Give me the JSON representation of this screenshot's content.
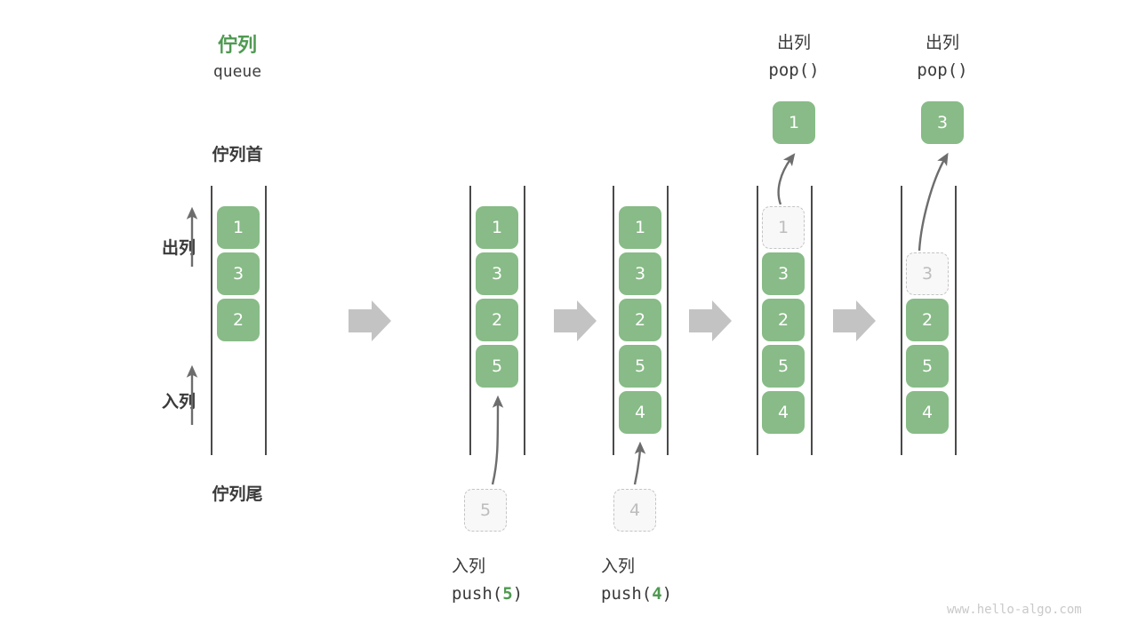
{
  "figure": {
    "title_cn": "佇列",
    "title_en": "queue",
    "head_label": "佇列首",
    "tail_label": "佇列尾",
    "dequeue_label": "出列",
    "enqueue_label": "入列",
    "footer": "www.hello-algo.com",
    "colors": {
      "element_green": "#88bb87",
      "title_green": "#4e9a51",
      "ghost_fill": "#f8f8f8",
      "ghost_border": "#c4c4c4",
      "ghost_text": "#bdbdbd",
      "rail": "#4a4a4a",
      "arrow_gray": "#6d6d6d",
      "step_arrow_gray": "#c3c3c3",
      "text_dark": "#3a3a3a",
      "footer_gray": "#c9c9c9"
    }
  },
  "stages": [
    {
      "id": "initial",
      "cells": [
        "1",
        "3",
        "2"
      ],
      "ghost_top": null,
      "ghost_bottom": null,
      "popped": null,
      "top_label_cn": null,
      "top_label_code": null,
      "bottom_label_cn": null,
      "bottom_label_code": null
    },
    {
      "id": "push-5",
      "cells": [
        "1",
        "3",
        "2",
        "5"
      ],
      "ghost_top": null,
      "ghost_bottom": "5",
      "popped": null,
      "top_label_cn": null,
      "top_label_code": null,
      "bottom_label_cn": "入列",
      "bottom_label_code": "push(",
      "bottom_label_arg": "5",
      "bottom_label_code_end": ")"
    },
    {
      "id": "push-4",
      "cells": [
        "1",
        "3",
        "2",
        "5",
        "4"
      ],
      "ghost_top": null,
      "ghost_bottom": "4",
      "popped": null,
      "top_label_cn": null,
      "top_label_code": null,
      "bottom_label_cn": "入列",
      "bottom_label_code": "push(",
      "bottom_label_arg": "4",
      "bottom_label_code_end": ")"
    },
    {
      "id": "pop-1",
      "cells": [
        "3",
        "2",
        "5",
        "4"
      ],
      "ghost_top": "1",
      "ghost_bottom": null,
      "popped": "1",
      "top_label_cn": "出列",
      "top_label_code": "pop()",
      "bottom_label_cn": null,
      "bottom_label_code": null
    },
    {
      "id": "pop-3",
      "cells": [
        "2",
        "5",
        "4"
      ],
      "ghost_top": "3",
      "ghost_bottom": null,
      "popped": "3",
      "top_label_cn": "出列",
      "top_label_code": "pop()",
      "bottom_label_cn": null,
      "bottom_label_code": null
    }
  ]
}
